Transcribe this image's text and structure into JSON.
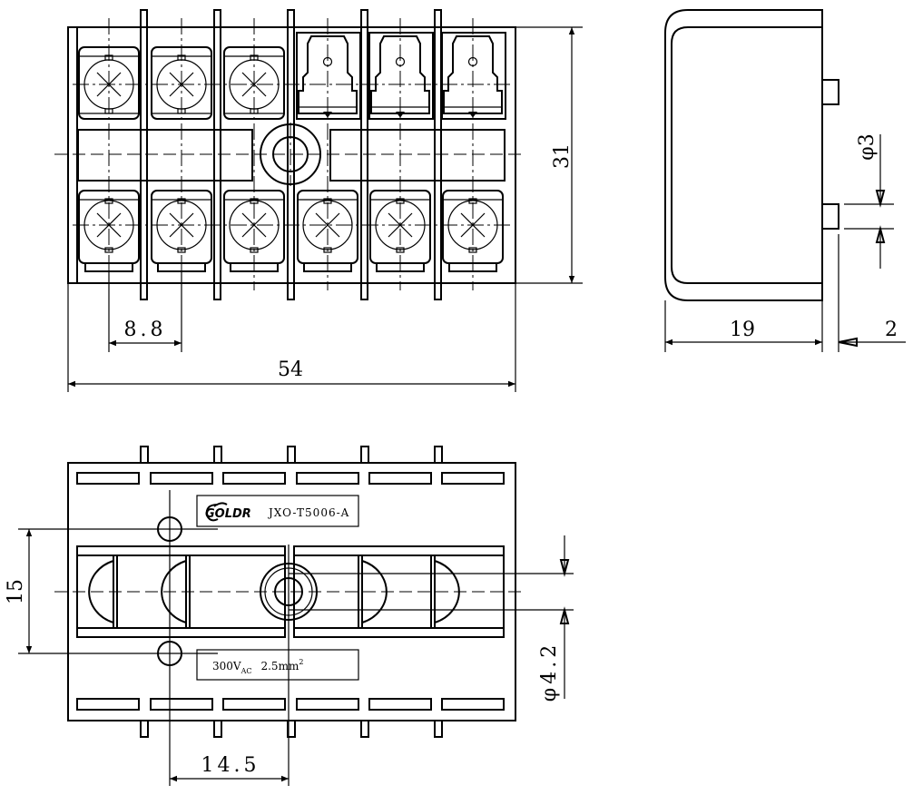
{
  "drawing": {
    "front_view": {
      "width_dim": "54",
      "height_dim": "31",
      "pitch_dim": "8.8"
    },
    "side_view": {
      "depth_dim": "19",
      "tab_dim": "2",
      "pin_dia_dim": "φ3"
    },
    "bottom_view": {
      "brand": "GOLDR",
      "model": "JXO-T5006-A",
      "rating_voltage": "300V",
      "rating_voltage_sub": "AC",
      "rating_wire": "2.5mm",
      "rating_wire_sup": "2",
      "hole_spacing_dim": "15",
      "offset_dim": "14.5",
      "hole_dia_dim": "φ4.2"
    }
  }
}
